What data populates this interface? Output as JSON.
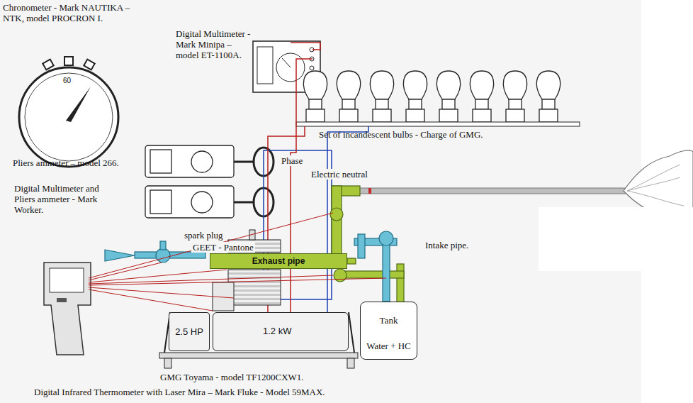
{
  "diagram": {
    "nodes": [
      {
        "text": [
          "Exhaust pipe"
        ]
      },
      {
        "text": [
          "2.5 HP"
        ]
      },
      {
        "text": [
          "1.2 kW"
        ]
      },
      {
        "text": [
          "Tank",
          "Water + HC"
        ]
      }
    ],
    "labels": [
      "Chronometer - Mark NAUTIKA – NTK, model PROCRON I.",
      "60",
      "Digital Multimeter - Mark Minipa – model ET-1100A.",
      "Set of incandescent bulbs - Charge of GMG.",
      "Pliers ammeter – model 266.",
      "Phase",
      "Electric neutral",
      "Digital Multimeter and Pliers ammeter - Mark Worker.",
      "spark plug",
      "GEET - Pantone",
      "Intake pipe.",
      "GMG Toyama - model TF1200CXW1.",
      "Digital Infrared Thermometer with Laser Mira – Mark Fluke - Model 59MAX."
    ]
  }
}
